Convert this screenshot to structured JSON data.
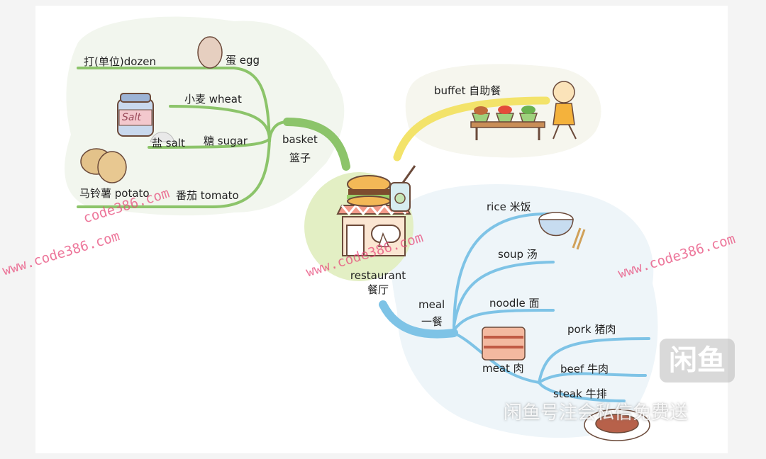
{
  "center": {
    "en": "restaurant",
    "zh": "餐厅"
  },
  "basket": {
    "label_en": "basket",
    "label_zh": "篮子",
    "items": [
      {
        "text": "打(单位)dozen"
      },
      {
        "text": "蛋 egg"
      },
      {
        "text": "小麦 wheat"
      },
      {
        "text": "盐 salt"
      },
      {
        "text": "糖 sugar"
      },
      {
        "text": "马铃薯 potato"
      },
      {
        "text": "番茄 tomato"
      }
    ],
    "salt_jar_text": "Salt"
  },
  "buffet": {
    "text": "buffet 自助餐"
  },
  "meal": {
    "label_en": "meal",
    "label_zh": "一餐",
    "items": [
      {
        "text": "rice 米饭"
      },
      {
        "text": "soup 汤"
      },
      {
        "text": "noodle 面"
      }
    ],
    "meat": {
      "text": "meat 肉",
      "items": [
        {
          "text": "pork 猪肉"
        },
        {
          "text": "beef 牛肉"
        },
        {
          "text": "steak 牛排"
        }
      ]
    }
  },
  "watermarks": [
    "www.code386.com",
    "code386.com",
    "www.code386.com",
    "www.code386.com"
  ],
  "overlay": {
    "logo": "闲鱼",
    "caption": "闲鱼号注会私信免费送"
  },
  "colors": {
    "green": "#8cc46a",
    "yellow": "#f3e36a",
    "blue": "#7ec3e6",
    "center_bg": "#e3efc4"
  }
}
